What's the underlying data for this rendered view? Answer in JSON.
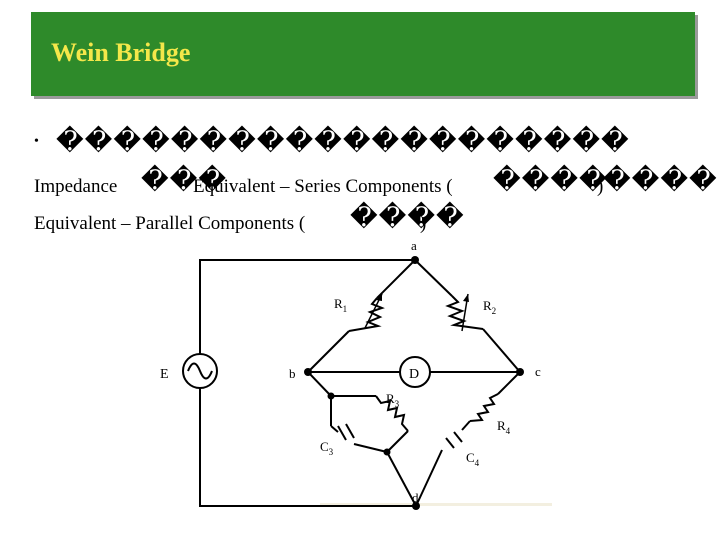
{
  "slide": {
    "title": "Wein Bridge",
    "bullet_marker": "•",
    "line1_glyphs": "��������������������",
    "line2_label_impedance": "Impedance",
    "line2_glyphs_a": "���",
    "line2_label_series": "Equivalent – Series Components (",
    "line2_glyphs_b": "����",
    "line2_close": ")",
    "line2_glyphs_c": "����",
    "line3_label_parallel": "Equivalent – Parallel Components (",
    "line3_glyphs": "����",
    "line3_close": ")"
  },
  "circuit": {
    "node_a": "a",
    "node_b": "b",
    "node_c": "c",
    "node_d": "d",
    "source": "E",
    "detector": "D",
    "r1": "R",
    "r1_sub": "1",
    "r2": "R",
    "r2_sub": "2",
    "r3": "R",
    "r3_sub": "3",
    "r4": "R",
    "r4_sub": "4",
    "c3": "C",
    "c3_sub": "3",
    "c4": "C",
    "c4_sub": "4"
  }
}
